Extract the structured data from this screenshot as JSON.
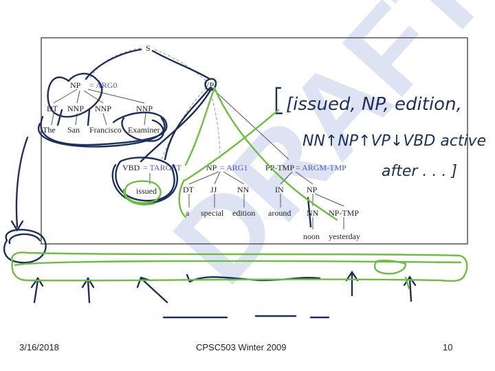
{
  "tree": {
    "root": "S",
    "np_subject": {
      "label": "NP",
      "role": "= ARG0"
    },
    "vp": "VP",
    "np_children": [
      "DT",
      "NNP",
      "NNP",
      "NNP"
    ],
    "np_words": [
      "The",
      "San",
      "Francisco",
      "Examiner"
    ],
    "vbd": {
      "label": "VBD",
      "role": "= TARGET"
    },
    "np_object": {
      "label": "NP",
      "role": "= ARG1"
    },
    "pp_tmp": {
      "label": "PP-TMP",
      "role": "= ARGM-TMP"
    },
    "verb_word": "issued",
    "obj_children": [
      "DT",
      "JJ",
      "NN"
    ],
    "obj_words": [
      "a",
      "special",
      "edition"
    ],
    "in_tag": "IN",
    "in_word": "around",
    "pp_np": "NP",
    "pp_np_children": [
      "NN",
      "NP-TMP"
    ],
    "pp_np_words": [
      "noon",
      "yesterday"
    ]
  },
  "annotations": {
    "line1": "[issued, NP, edition,",
    "line2": "NN↑NP↑VP↓VBD active",
    "line3": "after . . . ]"
  },
  "watermark": "DRAFT",
  "footer": {
    "date": "3/16/2018",
    "course": "CPSC503 Winter 2009",
    "page": "10"
  },
  "colors": {
    "role_text": "#4a58c8",
    "ink_dark": "#1c2f5e",
    "ink_green": "#6cbf3c",
    "watermark": "#dde3f2"
  }
}
